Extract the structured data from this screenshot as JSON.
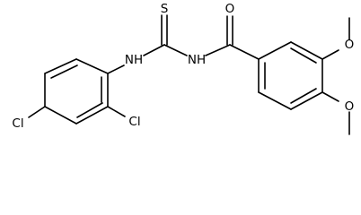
{
  "molecule": {
    "atom_labels": {
      "thione_sulfur": "S",
      "amide_oxygen": "O",
      "aryl_amine": "NH",
      "imide_nitrogen": "NH",
      "chlorine_ortho": "Cl",
      "chlorine_para": "Cl",
      "methoxy_oxygen_meta": "O",
      "methoxy_oxygen_para": "O"
    },
    "colors": {
      "bond": "#000000",
      "label": "#000000",
      "background": "#ffffff"
    }
  }
}
